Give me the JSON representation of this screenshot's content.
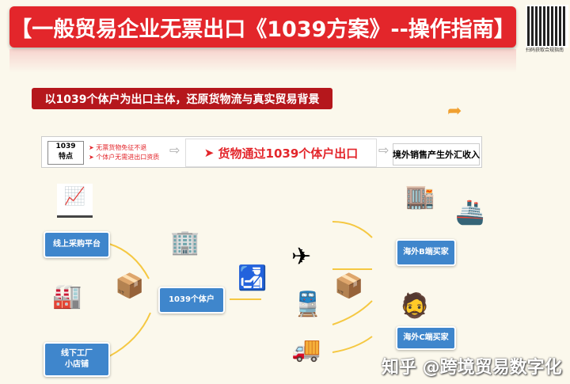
{
  "title": "【一般贸易企业无票出口《1039方案》--操作指南】",
  "qr_caption": "扫码获取合规指南",
  "subtitle": "以1039个体户为出口主体，还原货物流与真实贸易背景",
  "features": {
    "label_line1": "1039",
    "label_line2": "特点",
    "points": [
      "无票货物免征不退",
      "个体户无需进出口资质"
    ]
  },
  "main_flow": "货物通过1039个体户出口",
  "result": "境外销售产生外汇收入",
  "nodes": {
    "online": "线上采购平台",
    "offline_line1": "线下工厂",
    "offline_line2": "小店铺",
    "individual": "1039个体户",
    "buyer_b": "海外B端买家",
    "buyer_c": "海外C端买家"
  },
  "watermark": "知乎 @跨境贸易数字化",
  "colors": {
    "banner": "#e3262b",
    "subtitle": "#b5171c",
    "node": "#3f86cc",
    "background": "#fbf8ec"
  }
}
